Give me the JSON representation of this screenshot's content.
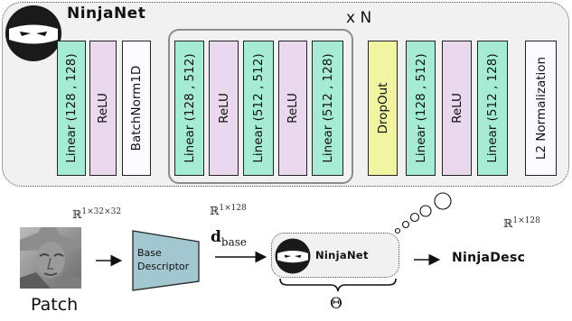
{
  "header": {
    "brand": "NinjaNet",
    "repeat_label": "x N"
  },
  "layers": [
    {
      "label": "Linear (128 , 128)",
      "kind": "linear"
    },
    {
      "label": "ReLU",
      "kind": "relu"
    },
    {
      "label": "BatchNorm1D",
      "kind": "batchnorm"
    },
    {
      "label": "Linear (128 , 512)",
      "kind": "linear"
    },
    {
      "label": "ReLU",
      "kind": "relu"
    },
    {
      "label": "Linear (512 , 512)",
      "kind": "linear"
    },
    {
      "label": "ReLU",
      "kind": "relu"
    },
    {
      "label": "Linear (512 , 128)",
      "kind": "linear"
    },
    {
      "label": "DropOut",
      "kind": "dropout"
    },
    {
      "label": "Linear (128 , 512)",
      "kind": "linear"
    },
    {
      "label": "ReLU",
      "kind": "relu"
    },
    {
      "label": "Linear (512 , 128)",
      "kind": "linear"
    },
    {
      "label": "L2 Normalization",
      "kind": "l2norm"
    }
  ],
  "pipeline": {
    "patch_label": "Patch",
    "patch_dim": "ℝ",
    "patch_dim_exp": "1×32×32",
    "base_descriptor_label_1": "Base",
    "base_descriptor_label_2": "Descriptor",
    "d_base_dim": "ℝ",
    "d_base_dim_exp": "1×128",
    "d_base_symbol": "d",
    "d_base_sub": "base",
    "ninjanet_label": "NinjaNet",
    "theta_label": "Θ",
    "output_label": "NinjaDesc",
    "output_dim": "ℝ",
    "output_dim_exp": "1×128"
  },
  "colors": {
    "linear": "#a6ecd4",
    "relu": "#ead9ee",
    "batchnorm": "#fafaff",
    "dropout": "#f1f5a2"
  }
}
